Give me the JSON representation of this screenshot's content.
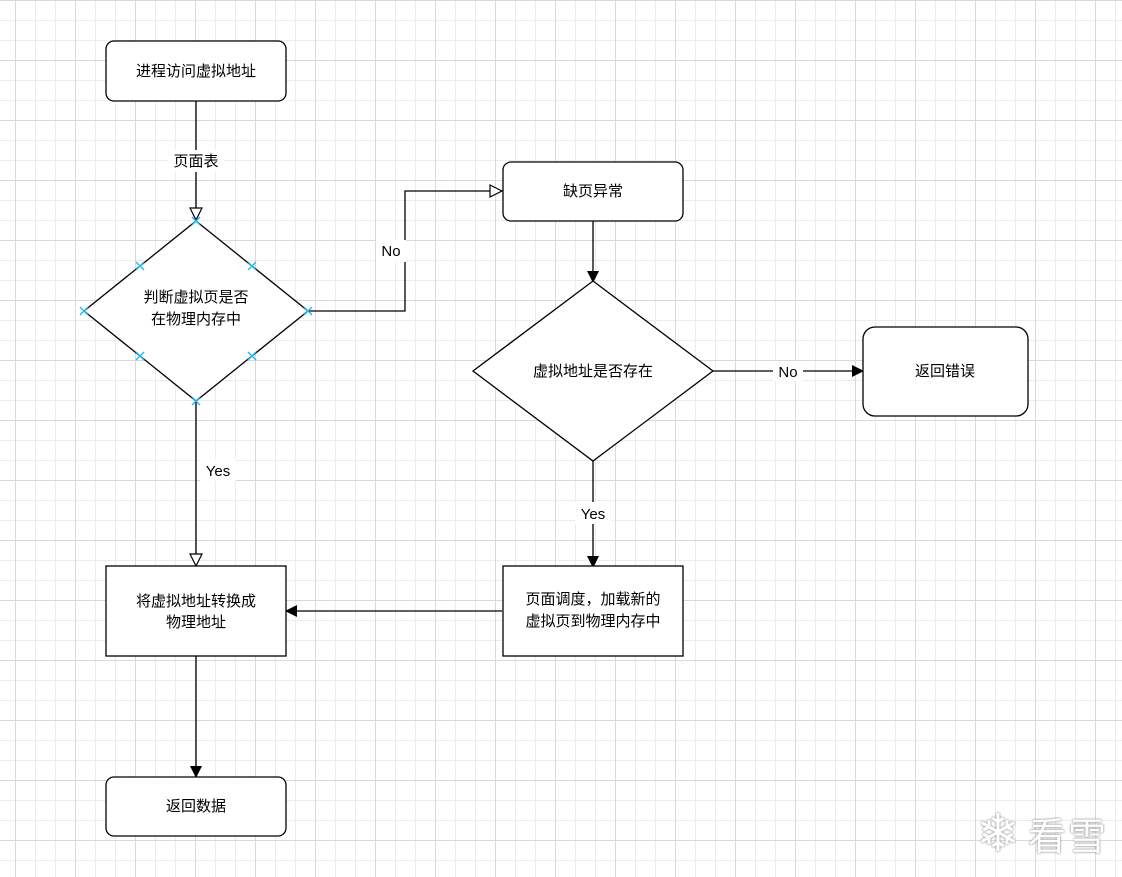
{
  "nodes": {
    "start": "进程访问虚拟地址",
    "check_memory_line1": "判断虚拟页是否",
    "check_memory_line2": "在物理内存中",
    "page_fault": "缺页异常",
    "check_exists": "虚拟地址是否存在",
    "return_error": "返回错误",
    "load_page_line1": "页面调度，加载新的",
    "load_page_line2": "虚拟页到物理内存中",
    "translate_line1": "将虚拟地址转换成",
    "translate_line2": "物理地址",
    "return_data": "返回数据"
  },
  "edges": {
    "page_table": "页面表",
    "no_1": "No",
    "no_2": "No",
    "yes_1": "Yes",
    "yes_2": "Yes"
  },
  "watermark": {
    "icon": "snowflake-icon",
    "text": "看雪"
  },
  "colors": {
    "stroke": "#000000",
    "selection_handle": "#29b6f2"
  }
}
